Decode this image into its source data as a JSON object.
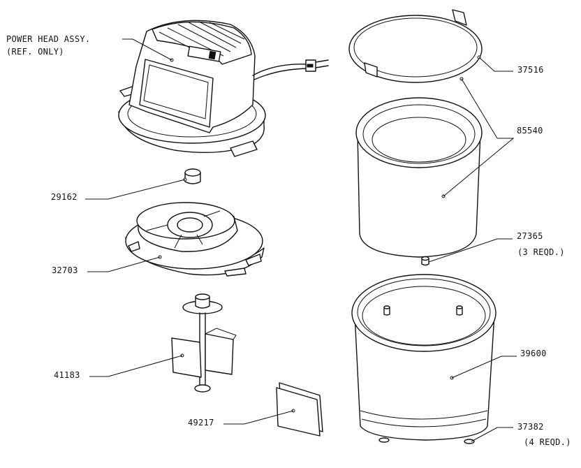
{
  "labels": {
    "power_head_line1": "POWER HEAD ASSY.",
    "power_head_line2": "(REF. ONLY)",
    "p29162": "29162",
    "p32703": "32703",
    "p41183": "41183",
    "p49217": "49217",
    "p37516": "37516",
    "p85540": "85540",
    "p27365": "27365",
    "p27365_qty": "(3 REQD.)",
    "p39600": "39600",
    "p37382": "37382",
    "p37382_qty": "(4 REQD.)"
  }
}
